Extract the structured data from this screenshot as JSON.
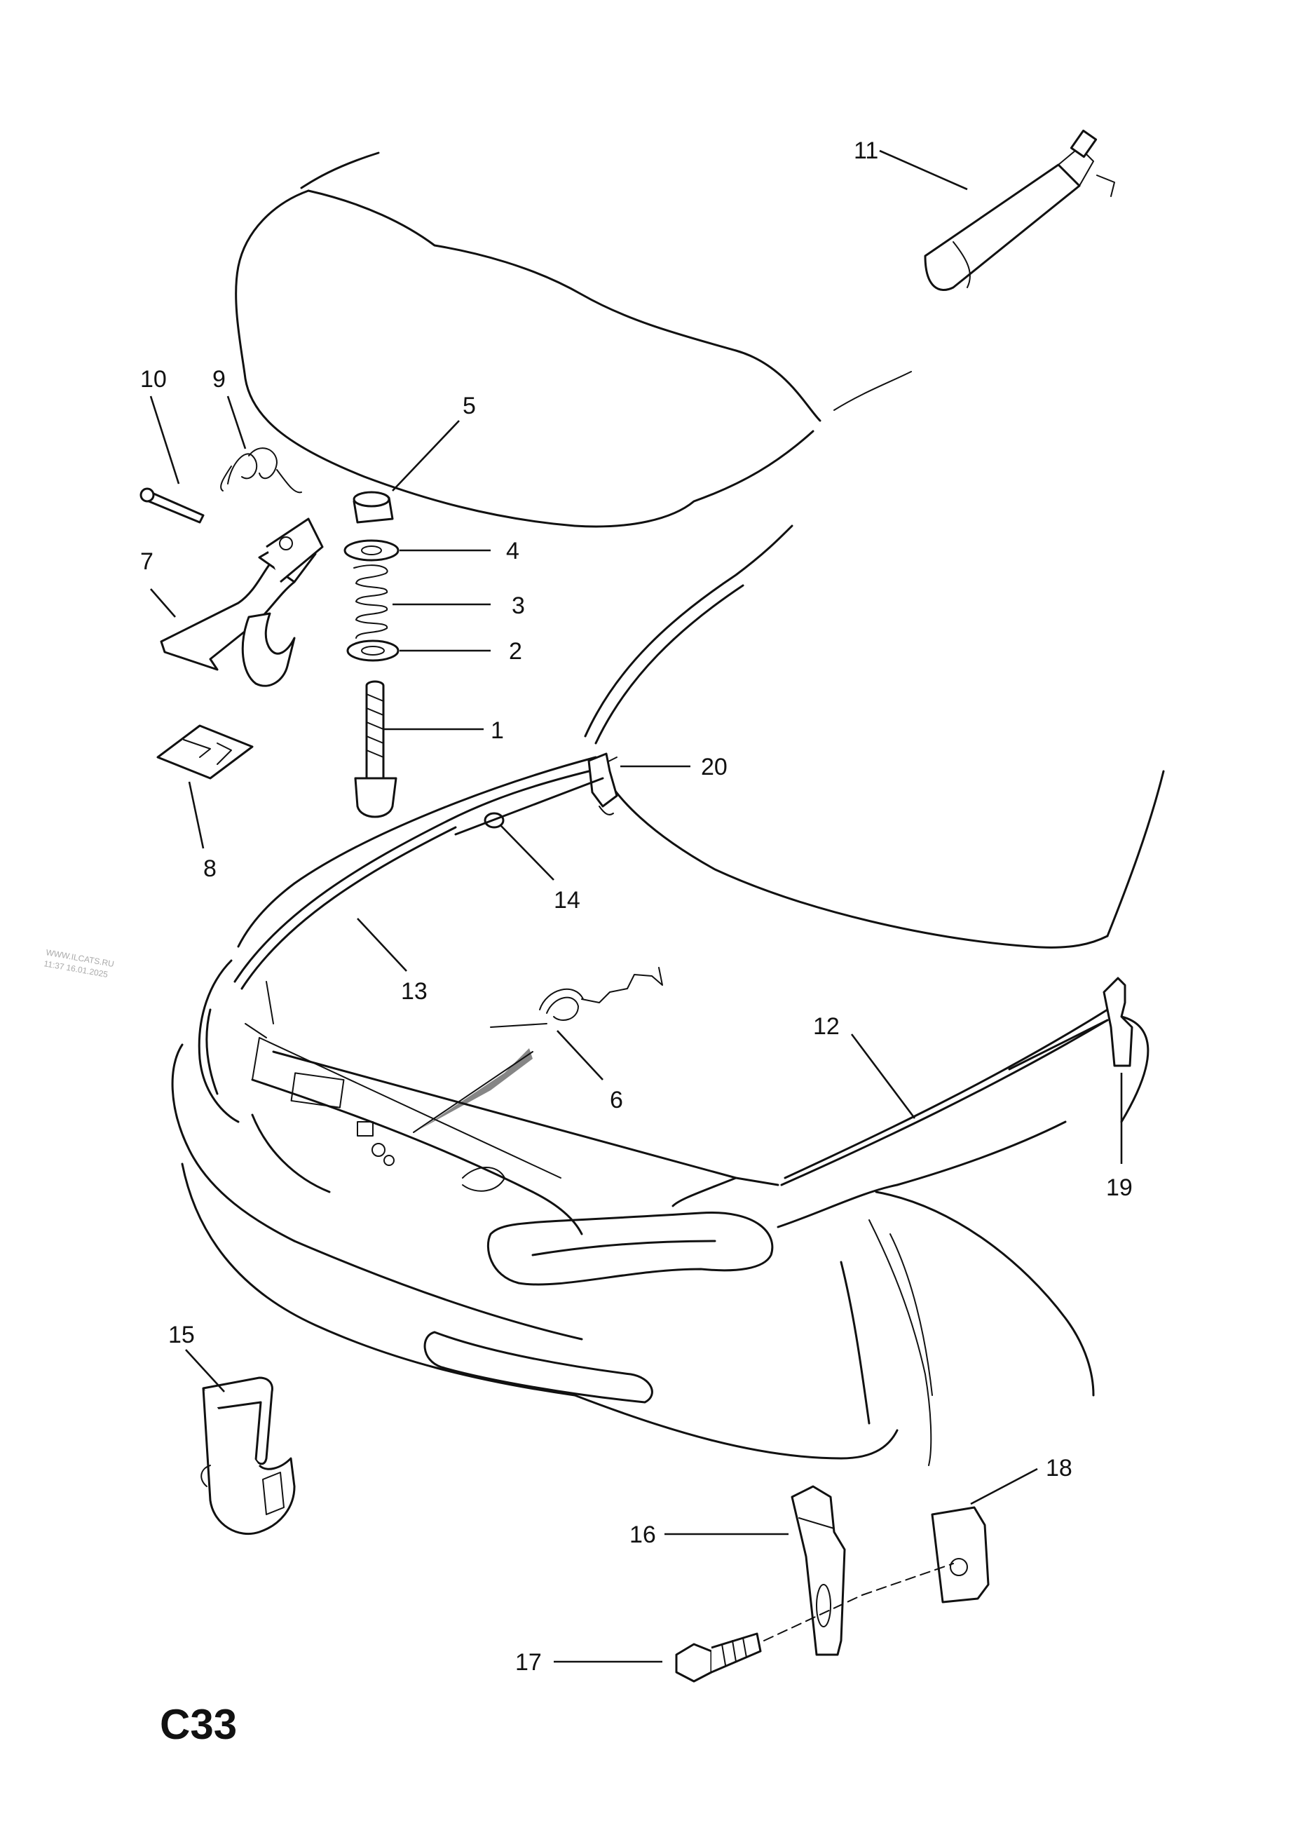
{
  "diagram_code": "C33",
  "watermark": {
    "line1": "WWW.ILCATS.RU",
    "line2": "11:37 16.01.2025"
  },
  "callouts": [
    "1",
    "2",
    "3",
    "4",
    "5",
    "6",
    "7",
    "8",
    "9",
    "10",
    "11",
    "12",
    "13",
    "14",
    "15",
    "16",
    "17",
    "18",
    "19",
    "20"
  ]
}
